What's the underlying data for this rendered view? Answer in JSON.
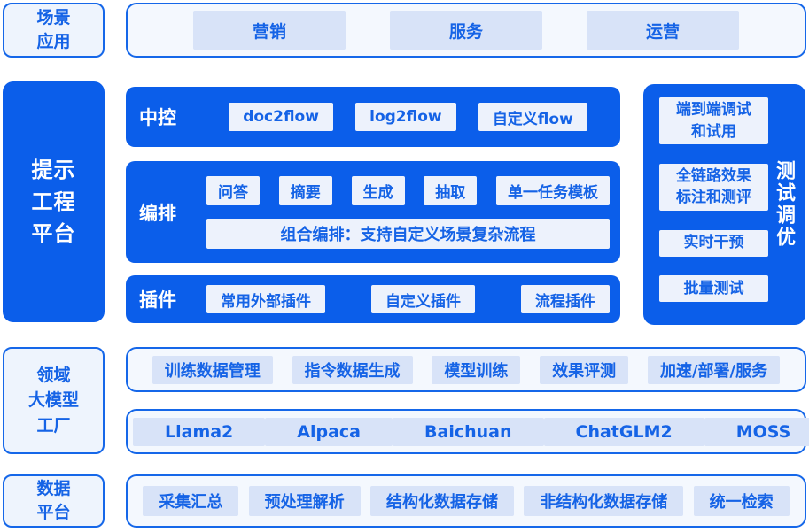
{
  "colors": {
    "primary": "#0b5eea",
    "border": "#1567e9",
    "blue": "#1563e6",
    "panel_bg": "#f4f8fe",
    "label_bg": "#eef4fd",
    "chip_light": "#d8e3f8",
    "chip_white": "#edf2fc"
  },
  "scene": {
    "label": "场景\n应用",
    "apps": [
      "营销",
      "服务",
      "运营"
    ]
  },
  "prompt": {
    "label": "提示\n工程\n平台",
    "rows": [
      {
        "label": "中控",
        "chips": [
          "doc2flow",
          "log2flow",
          "自定义flow"
        ]
      },
      {
        "label": "编排",
        "chips": [
          "问答",
          "摘要",
          "生成",
          "抽取",
          "单一任务模板"
        ],
        "combo": "组合编排：支持自定义场景复杂流程"
      },
      {
        "label": "插件",
        "chips": [
          "常用外部插件",
          "自定义插件",
          "流程插件"
        ]
      }
    ],
    "test": {
      "label": "测试调优",
      "chips": [
        "端到端调试\n和试用",
        "全链路效果\n标注和测评",
        "实时干预",
        "批量测试"
      ]
    }
  },
  "factory": {
    "label": "领域\n大模型\n工厂",
    "row1": [
      "训练数据管理",
      "指令数据生成",
      "模型训练",
      "效果评测",
      "加速/部署/服务"
    ],
    "row2": [
      "Llama2",
      "Alpaca",
      "Baichuan",
      "ChatGLM2",
      "MOSS"
    ]
  },
  "data_platform": {
    "label": "数据\n平台",
    "chips": [
      "采集汇总",
      "预处理解析",
      "结构化数据存储",
      "非结构化数据存储",
      "统一检索"
    ]
  }
}
